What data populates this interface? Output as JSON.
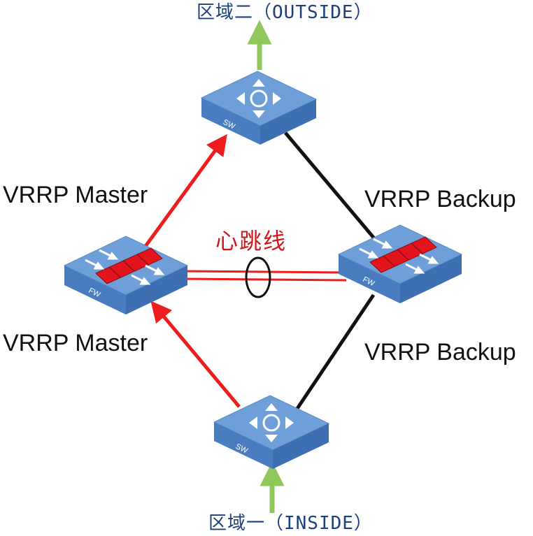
{
  "zones": {
    "top": "区域二（OUTSIDE）",
    "bottom": "区域一（INSIDE）"
  },
  "devices": {
    "switch_tag": "SW",
    "firewall_tag": "FW"
  },
  "labels": {
    "left_upper": "VRRP Master",
    "left_lower": "VRRP Master",
    "right_upper": "VRRP Backup",
    "right_lower": "VRRP Backup",
    "heartbeat": "心跳线"
  },
  "colors": {
    "active_link": "#ee1c1c",
    "standby_link": "#111111",
    "uplink_arrow": "#8fc75a",
    "device_top": "#6f9fd8",
    "device_side": "#3f6fb3",
    "zone_text": "#1d3f7c",
    "heartbeat_text": "#d0161b"
  }
}
